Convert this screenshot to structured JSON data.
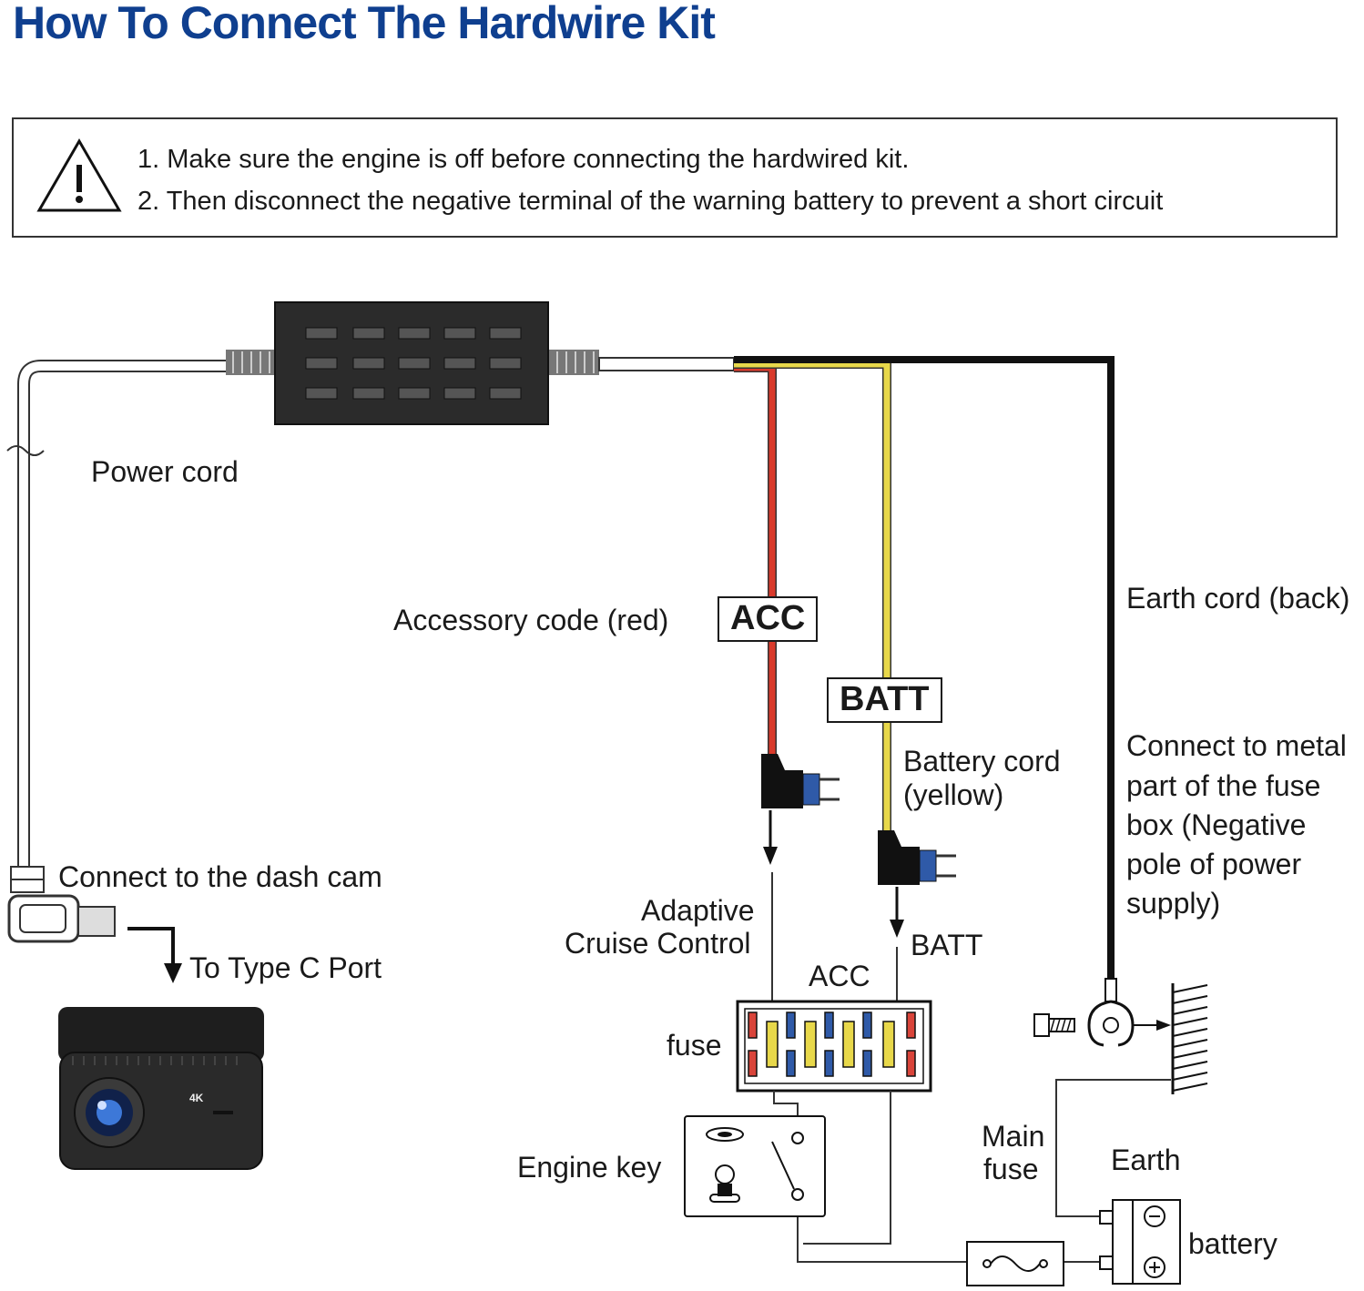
{
  "title": "How To Connect The Hardwire Kit",
  "warning": {
    "icon": "warning-triangle-icon",
    "line1": "1. Make sure the engine is off before connecting the hardwired kit.",
    "line2": "2. Then disconnect the negative terminal of the warning battery to prevent a short circuit"
  },
  "labels": {
    "power_cord": "Power cord",
    "accessory_code": "Accessory code (red)",
    "acc_box": "ACC",
    "batt_box": "BATT",
    "battery_cord_line1": "Battery cord",
    "battery_cord_line2": "(yellow)",
    "earth_cord": "Earth cord (back)",
    "connect_metal_line1": "Connect to metal",
    "connect_metal_line2": "part of the fuse",
    "connect_metal_line3": "box (Negative",
    "connect_metal_line4": "pole of power",
    "connect_metal_line5": "supply)",
    "connect_dashcam": "Connect to the dash cam",
    "type_c": "To Type C Port",
    "adaptive_line1": "Adaptive",
    "adaptive_line2": "Cruise Control",
    "acc_small": "ACC",
    "batt_small": "BATT",
    "fuse": "fuse",
    "engine_key": "Engine key",
    "main_fuse_line1": "Main",
    "main_fuse_line2": "fuse",
    "earth": "Earth",
    "battery": "battery",
    "camera_badge": "4K"
  },
  "colors": {
    "title": "#0f3f8f",
    "acc_wire": "#d93a2b",
    "batt_wire": "#e8d84a",
    "earth_wire": "#111111",
    "fuse_red": "#d9443a",
    "fuse_yellow": "#e8d84a",
    "fuse_blue": "#2f5aa8"
  }
}
